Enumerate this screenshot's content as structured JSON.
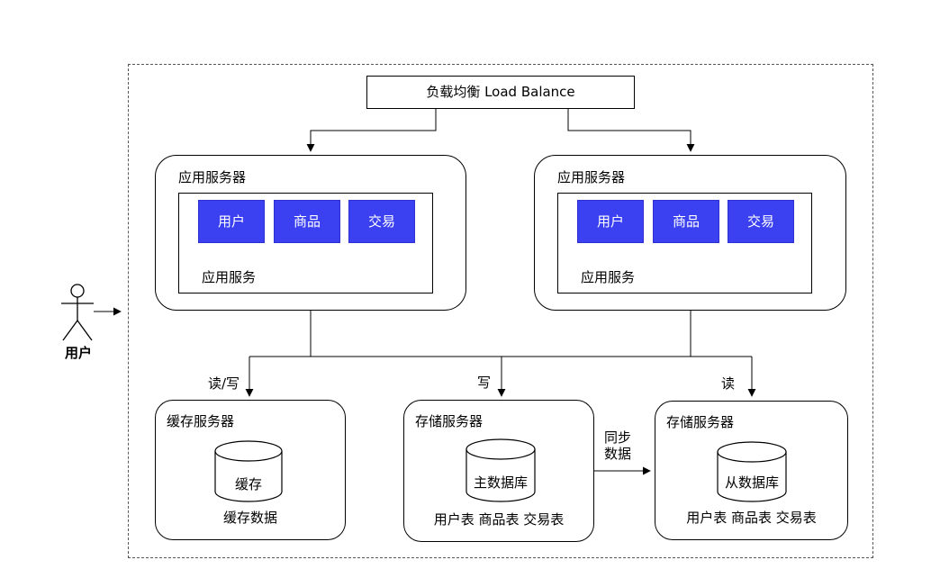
{
  "actor": {
    "label": "用户"
  },
  "load_balancer": {
    "label": "负载均衡 Load Balance"
  },
  "app_server_left": {
    "title": "应用服务器",
    "modules": [
      "用户",
      "商品",
      "交易"
    ],
    "service_label": "应用服务"
  },
  "app_server_right": {
    "title": "应用服务器",
    "modules": [
      "用户",
      "商品",
      "交易"
    ],
    "service_label": "应用服务"
  },
  "cache_server": {
    "title": "缓存服务器",
    "cylinder_label": "缓存",
    "bottom_label": "缓存数据"
  },
  "master_storage": {
    "title": "存储服务器",
    "cylinder_label": "主数据库",
    "bottom_label": "用户表 商品表 交易表"
  },
  "slave_storage": {
    "title": "存储服务器",
    "cylinder_label": "从数据库",
    "bottom_label": "用户表 商品表 交易表"
  },
  "edge_labels": {
    "read_write": "读/写",
    "write": "写",
    "read": "读",
    "sync": "同步数据"
  },
  "colors": {
    "module_fill": "#3b41f0",
    "module_border": "#2d31d1",
    "line": "#000000",
    "boundary_dash": "#595959"
  }
}
